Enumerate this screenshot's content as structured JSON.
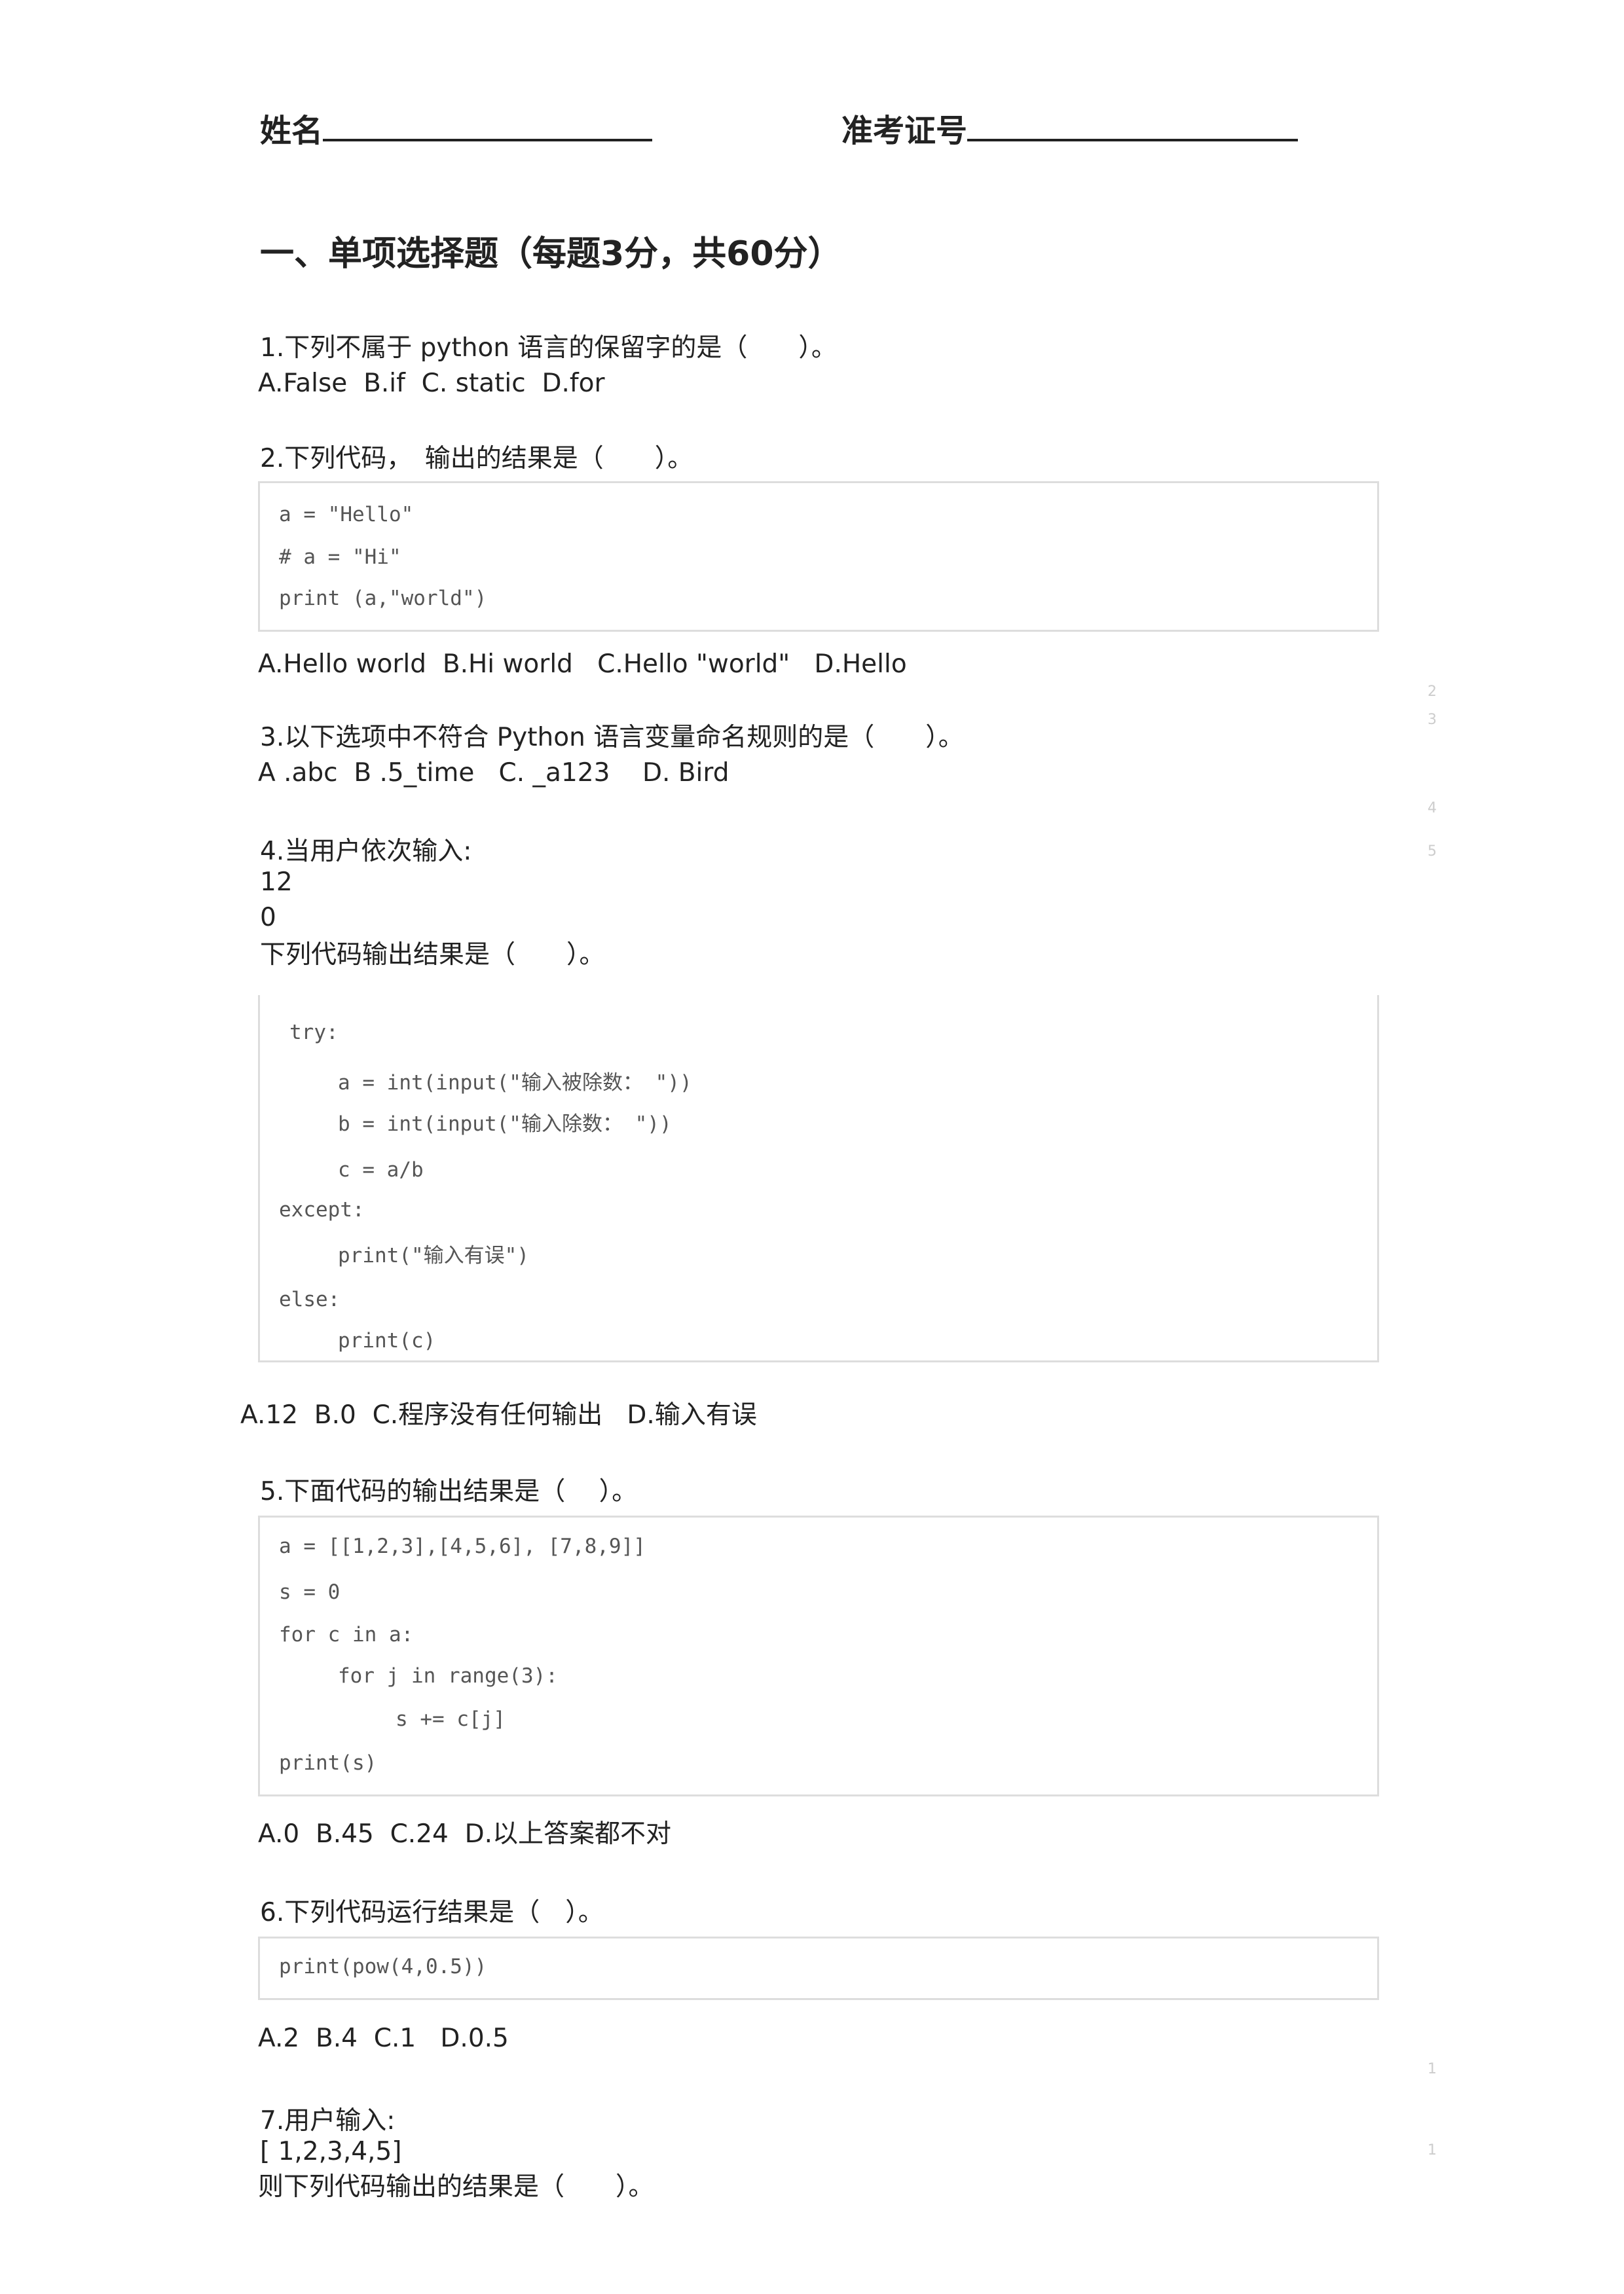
{
  "header": {
    "name_label": "姓名",
    "exam_id_label": "准考证号"
  },
  "section_title": "一、单项选择题（每题3分，共60分）",
  "questions": [
    {
      "stem": "1.下列不属于 python 语言的保留字的是（　　）。",
      "options": "A.False  B.if  C. static  D.for"
    },
    {
      "stem": "2.下列代码，　输出的结果是（　　）。",
      "code": [
        "a = \"Hello\"",
        "# a = \"Hi\"",
        "print (a,\"world\")"
      ],
      "options": "A.Hello world  B.Hi world   C.Hello \"world\"   D.Hello"
    },
    {
      "stem": "3.以下选项中不符合 Python 语言变量命名规则的是（　　）。",
      "options": "A .abc  B .5_time   C. _a123    D. Bird"
    },
    {
      "stem": "4.当用户依次输入:",
      "inputs": [
        "12",
        "0"
      ],
      "stem2": "下列代码输出结果是（　　）。",
      "code": [
        "try:",
        "a = int(input(\"输入被除数： \"))",
        "b = int(input(\"输入除数： \"))",
        "c = a/b",
        "except:",
        "print(\"输入有误\")",
        "else:",
        "print(c)"
      ],
      "options": "A.12  B.0  C.程序没有任何输出   D.输入有误"
    },
    {
      "stem": "5.下面代码的输出结果是（　 ）。",
      "code": [
        "a = [[1,2,3],[4,5,6], [7,8,9]]",
        "s = 0",
        "for c in a:",
        "for j in range(3):",
        "s += c[j]",
        "print(s)"
      ],
      "options": "A.0  B.45  C.24  D.以上答案都不对"
    },
    {
      "stem": "6.下列代码运行结果是（　）。",
      "code": [
        "print(pow(4,0.5))"
      ],
      "options": "A.2  B.4  C.1   D.0.5"
    },
    {
      "stem": "7.用户输入:",
      "inputs": [
        "[ 1,2,3,4,5]"
      ],
      "stem2": "则下列代码输出的结果是（　　）。"
    }
  ],
  "line_numbers": [
    "2",
    "3",
    "4",
    "5",
    "1",
    "1"
  ]
}
